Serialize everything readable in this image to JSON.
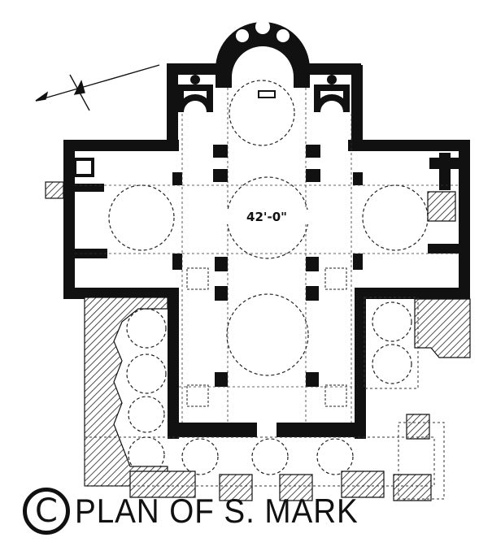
{
  "caption": {
    "plate_letter": "C",
    "title": "PLAN OF S. MARK"
  },
  "dimension_label": "42'-0\""
}
